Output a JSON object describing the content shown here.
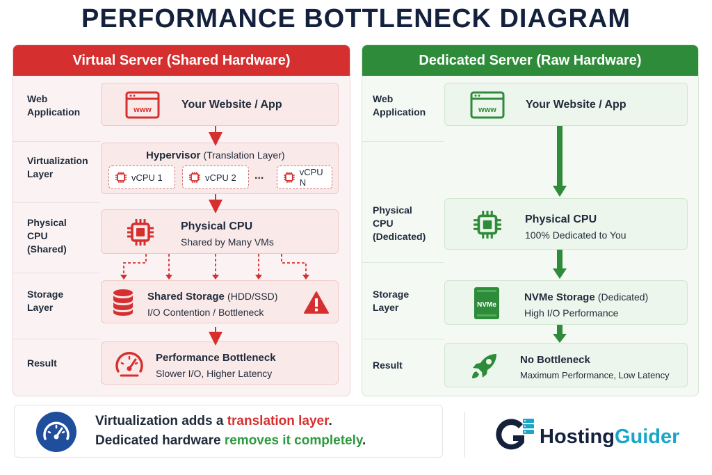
{
  "title": "PERFORMANCE BOTTLENECK DIAGRAM",
  "left": {
    "header": "Virtual Server (Shared Hardware)",
    "labels": {
      "web_l1": "Web",
      "web_l2": "Application",
      "virt_l1": "Virtualization",
      "virt_l2": "Layer",
      "cpu_l1": "Physical",
      "cpu_l2": "CPU",
      "cpu_l3": "(Shared)",
      "storage_l1": "Storage",
      "storage_l2": "Layer",
      "result": "Result"
    },
    "web": {
      "icon_text": "www",
      "title": "Your Website / App"
    },
    "hypervisor": {
      "title": "Hypervisor",
      "title_note": "(Translation Layer)",
      "vcpus": [
        "vCPU 1",
        "vCPU 2",
        "vCPU N"
      ],
      "ellipsis": "..."
    },
    "cpu": {
      "title": "Physical CPU",
      "sub": "Shared by Many VMs"
    },
    "storage": {
      "title": "Shared Storage",
      "title_note": "(HDD/SSD)",
      "sub": "I/O Contention / Bottleneck"
    },
    "result": {
      "title": "Performance Bottleneck",
      "sub": "Slower I/O, Higher Latency"
    }
  },
  "right": {
    "header": "Dedicated Server (Raw Hardware)",
    "labels": {
      "web_l1": "Web",
      "web_l2": "Application",
      "cpu_l1": "Physical",
      "cpu_l2": "CPU",
      "cpu_l3": "(Dedicated)",
      "storage_l1": "Storage",
      "storage_l2": "Layer",
      "result": "Result"
    },
    "web": {
      "icon_text": "www",
      "title": "Your Website / App"
    },
    "cpu": {
      "title": "Physical CPU",
      "sub": "100% Dedicated to You"
    },
    "storage": {
      "icon_text": "NVMe",
      "title": "NVMe Storage",
      "title_note": "(Dedicated)",
      "sub": "High I/O Performance"
    },
    "result": {
      "title": "No Bottleneck",
      "sub": "Maximum Performance, Low Latency"
    }
  },
  "bottom": {
    "line1_a": "Virtualization adds a ",
    "line1_b": "translation layer",
    "line1_c": ".",
    "line2_a": "Dedicated hardware ",
    "line2_b": "removes it completely",
    "line2_c": "."
  },
  "logo": {
    "part1": "Hosting",
    "part2": "Guider"
  },
  "colors": {
    "red": "#d62f2f",
    "green": "#2e8b3a",
    "navy": "#14213d",
    "accent": "#19a6c9"
  }
}
